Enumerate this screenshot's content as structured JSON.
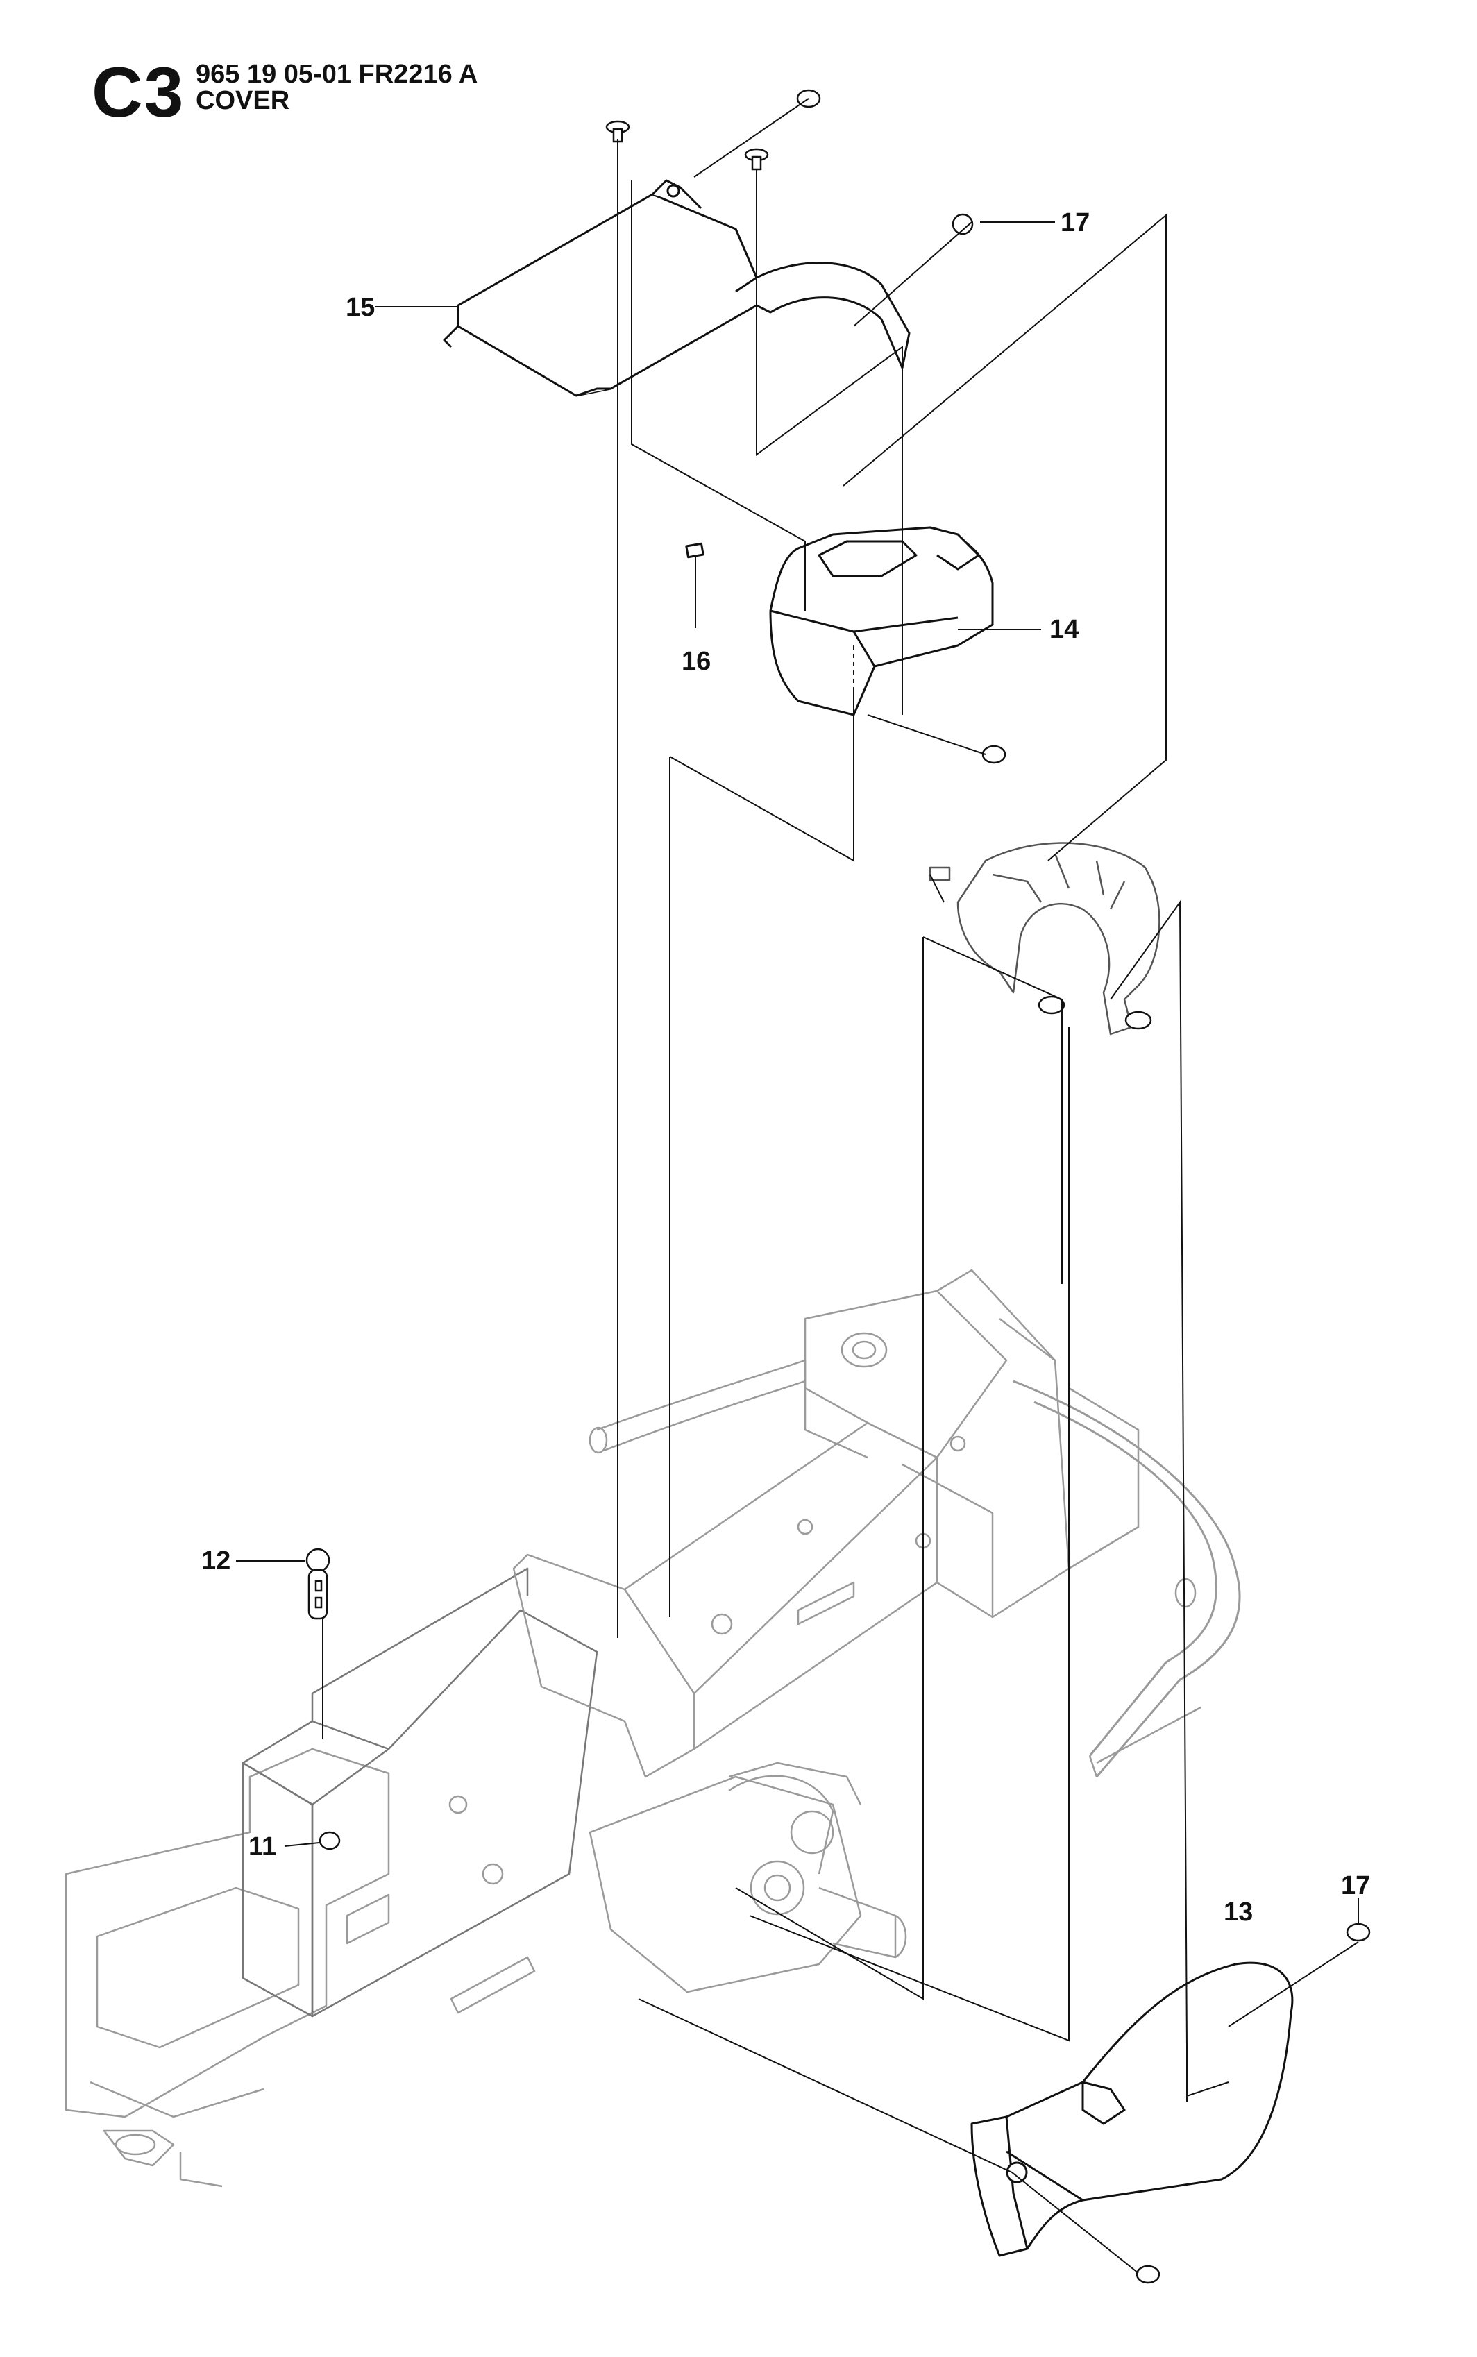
{
  "header": {
    "section_code": "C3",
    "part_number_line": "965 19 05-01 FR2216 A",
    "title": "COVER"
  },
  "callouts": [
    {
      "id": "callout-15",
      "label": "15"
    },
    {
      "id": "callout-17-top",
      "label": "17"
    },
    {
      "id": "callout-14",
      "label": "14"
    },
    {
      "id": "callout-16",
      "label": "16"
    },
    {
      "id": "callout-12",
      "label": "12"
    },
    {
      "id": "callout-11",
      "label": "11"
    },
    {
      "id": "callout-13",
      "label": "13"
    },
    {
      "id": "callout-17-bottom",
      "label": "17"
    }
  ],
  "colors": {
    "line": "#111111",
    "faded_frame": "#9a9a9a"
  }
}
